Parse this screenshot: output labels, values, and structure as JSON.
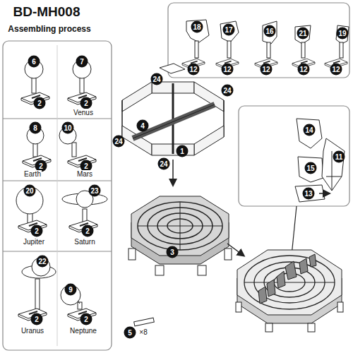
{
  "diagram": {
    "title": "BD-MH008",
    "labels": [
      "Assembling process",
      "6",
      "2",
      "7",
      "2",
      "Venus",
      "8",
      "2",
      "10",
      "2",
      "Earth",
      "Mars",
      "20",
      "2",
      "23",
      "2",
      "Jupiter",
      "Saturn",
      "22",
      "2",
      "9",
      "2",
      "Uranus",
      "Neptune",
      "18",
      "12",
      "17",
      "12",
      "16",
      "12",
      "21",
      "12",
      "19",
      "12",
      "24",
      "24",
      "24",
      "24",
      "4",
      "1",
      "3",
      "5",
      "×8",
      "14",
      "15",
      "13",
      "11"
    ]
  }
}
